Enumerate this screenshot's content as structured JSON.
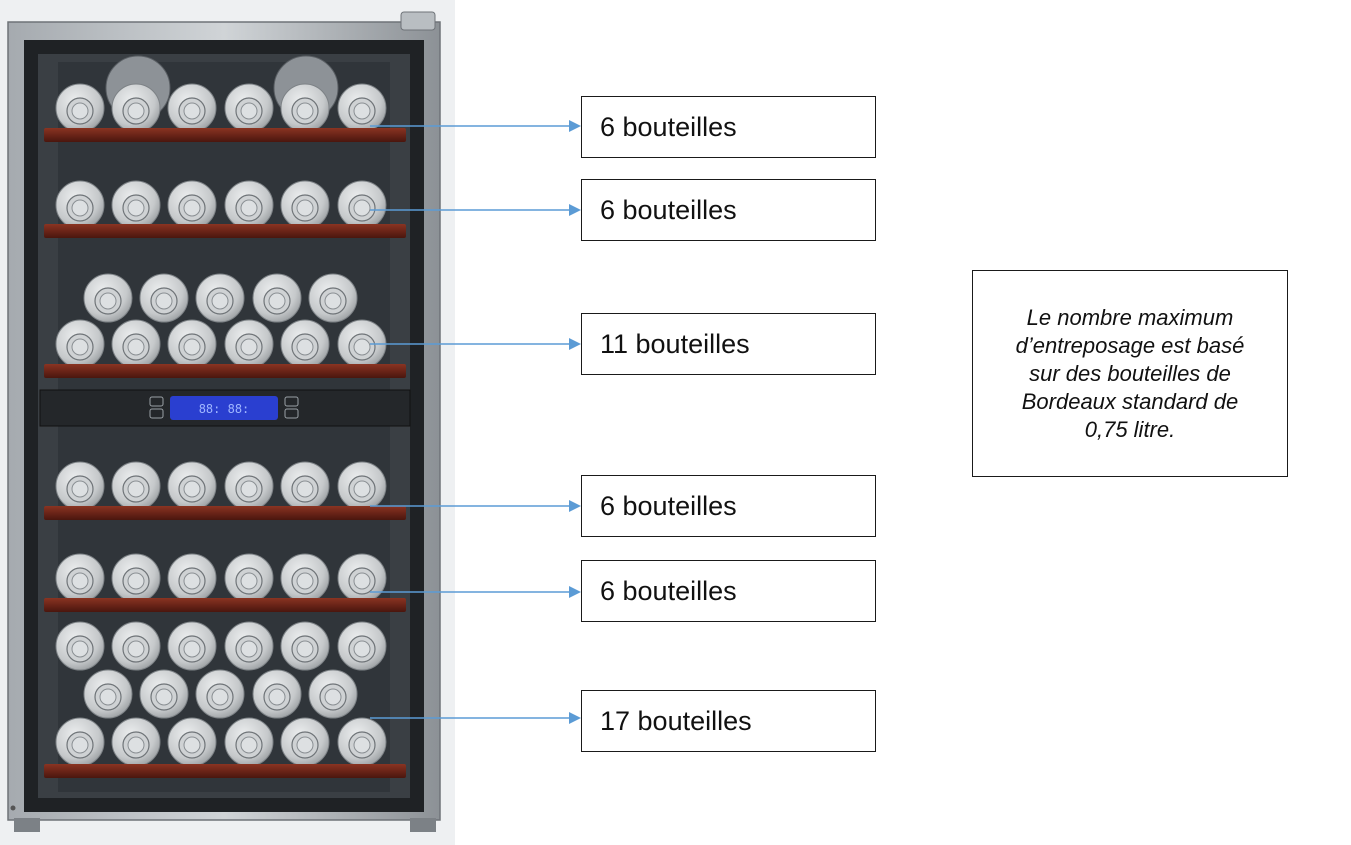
{
  "shelves": [
    {
      "label": "6 bouteilles",
      "rows": [
        6
      ]
    },
    {
      "label": "6 bouteilles",
      "rows": [
        6
      ]
    },
    {
      "label": "11 bouteilles",
      "rows": [
        5,
        6
      ]
    },
    {
      "label": "6 bouteilles",
      "rows": [
        6
      ]
    },
    {
      "label": "6 bouteilles",
      "rows": [
        6
      ]
    },
    {
      "label": "17 bouteilles",
      "rows": [
        6,
        5,
        6
      ]
    }
  ],
  "note": {
    "lines": [
      "Le nombre maximum",
      "d’entreposage est basé",
      "sur des bouteilles de",
      "Bordeaux standard de",
      "0,75 litre."
    ]
  },
  "display": {
    "readout": "88: 88:"
  },
  "colors": {
    "arrow": "#5b9bd5",
    "shelf_wood": "#6b2418",
    "cabinet_frame": "#8f9499",
    "interior": "#2e3236",
    "bottle": "#c9ccce",
    "display_lcd": "#2a3fd0"
  }
}
